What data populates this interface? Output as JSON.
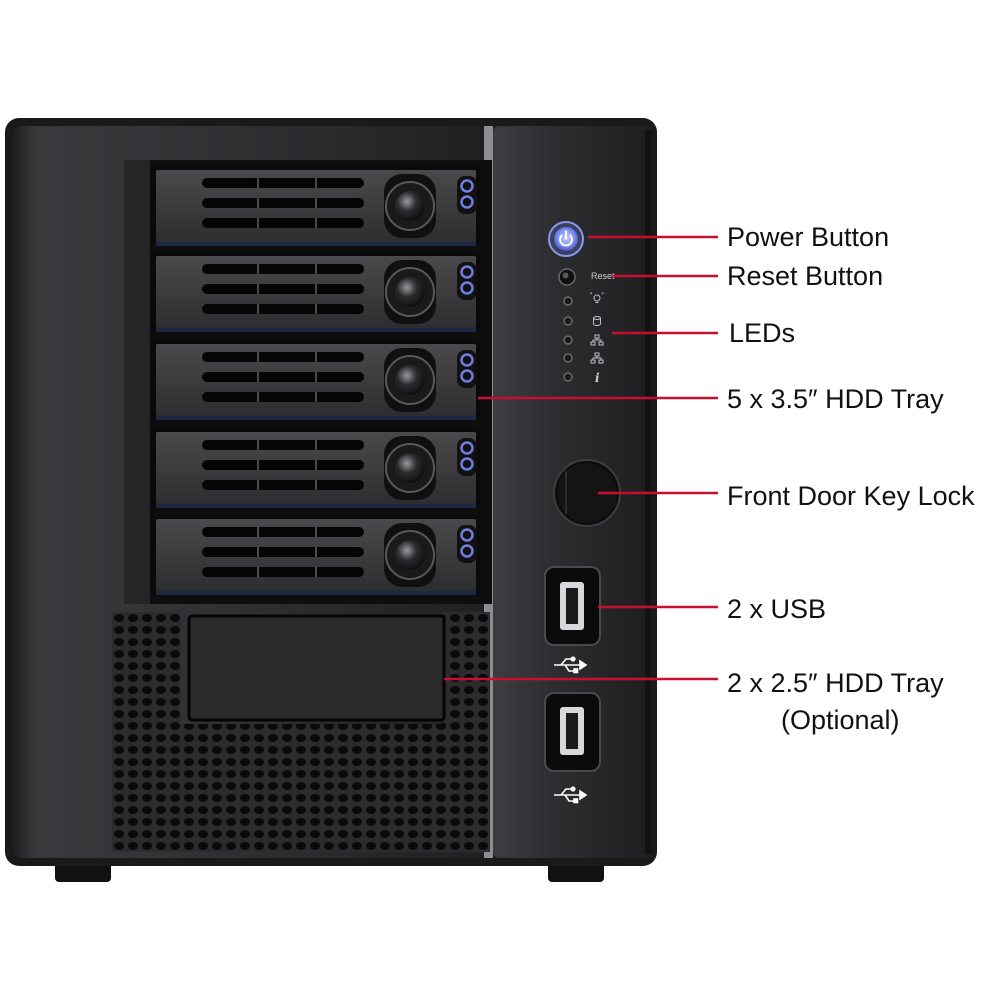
{
  "colors": {
    "callout_line": "#c8102e",
    "chassis": "#2b2b2d",
    "chassis_dark": "#161617",
    "tray": "#3a3a3c",
    "led_blue": "#6f7fe0"
  },
  "panel": {
    "reset_text": "Reset",
    "info_glyph": "i",
    "led_icons": [
      "lightbulb-icon",
      "disk-icon",
      "network-icon",
      "network-icon",
      "info-icon"
    ],
    "usb_icon": "usb-icon"
  },
  "callouts": {
    "power_button": "Power Button",
    "reset_button": "Reset Button",
    "leds": "LEDs",
    "hdd_35": "5 x 3.5″ HDD Tray",
    "key_lock": "Front Door Key Lock",
    "usb": "2 x USB",
    "hdd_25_line1": "2 x 2.5″ HDD Tray",
    "hdd_25_line2": "(Optional)"
  }
}
